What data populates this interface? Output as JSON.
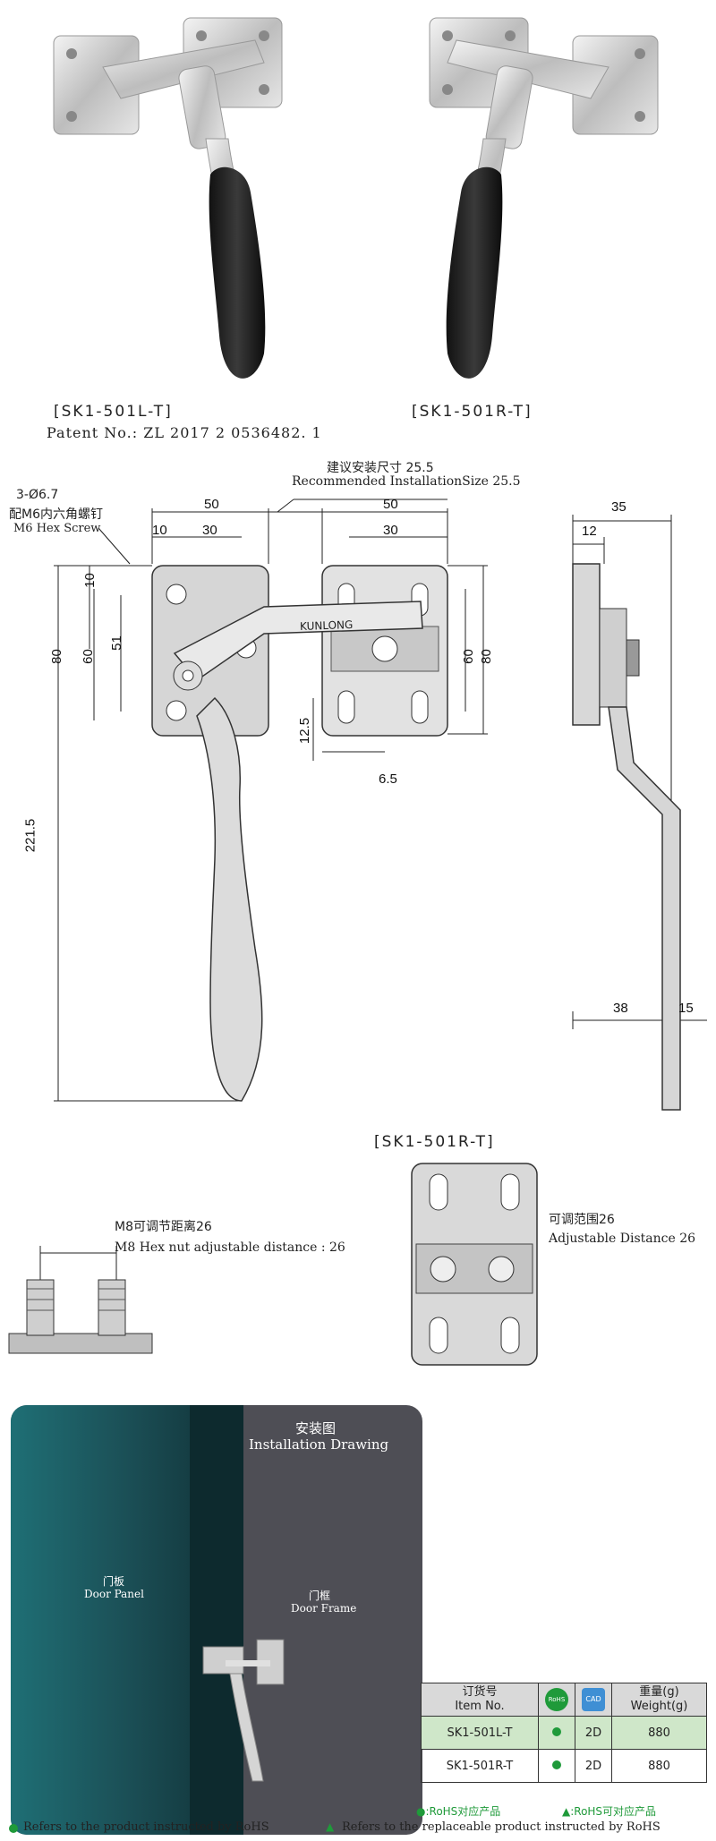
{
  "products": {
    "left_label": "[SK1-501L-T]",
    "right_label": "[SK1-501R-T]",
    "patent": "Patent No.: ZL 2017 2 0536482. 1"
  },
  "drawing": {
    "recommended_cn": "建议安装尺寸 25.5",
    "recommended_en": "Recommended InstallationSize 25.5",
    "screw_count": "3-Ø6.7",
    "screw_cn": "配M6内六角螺钉",
    "screw_en": "M6 Hex Screw",
    "brand": "KUNLONG",
    "dims": {
      "d50a": "50",
      "d50b": "50",
      "d35": "35",
      "d10": "10",
      "d30a": "30",
      "d30b": "30",
      "d12": "12",
      "d10v": "10",
      "d80l": "80",
      "d60l": "60",
      "d51": "51",
      "d60r": "60",
      "d80r": "80",
      "d12_5": "12.5",
      "d6_5": "6.5",
      "d221_5": "221.5",
      "d38": "38",
      "d15": "15"
    }
  },
  "adjust": {
    "title": "[SK1-501R-T]",
    "m8_cn": "M8可调节距离26",
    "m8_en": "M8 Hex nut adjustable distance : 26",
    "range_cn": "可调范围26",
    "range_en": "Adjustable Distance 26"
  },
  "install": {
    "title_cn": "安装图",
    "title_en": "Installation Drawing",
    "panel_cn": "门板",
    "panel_en": "Door Panel",
    "frame_cn": "门框",
    "frame_en": "Door Frame"
  },
  "table": {
    "headers": {
      "item_cn": "订货号",
      "item_en": "Item No.",
      "rohs": "RoHS",
      "cad": "CAD",
      "weight_cn": "重量(g)",
      "weight_en": "Weight(g)"
    },
    "rows": [
      {
        "item": "SK1-501L-T",
        "cad": "2D",
        "weight": "880"
      },
      {
        "item": "SK1-501R-T",
        "cad": "2D",
        "weight": "880"
      }
    ]
  },
  "legend": {
    "rohs_cn": "●:RoHS对应产品",
    "rohs_replace_cn": "▲:RoHS可对应产品",
    "rohs_en": "Refers to the product instructed by RoHS",
    "rohs_replace_en": "Refers to the replaceable product instructed by RoHS"
  },
  "colors": {
    "teal_door": "#1f6f75",
    "frame_gray": "#4e4e55",
    "rohs_green": "#1f9a3a",
    "cad_blue": "#3f8fd4"
  }
}
